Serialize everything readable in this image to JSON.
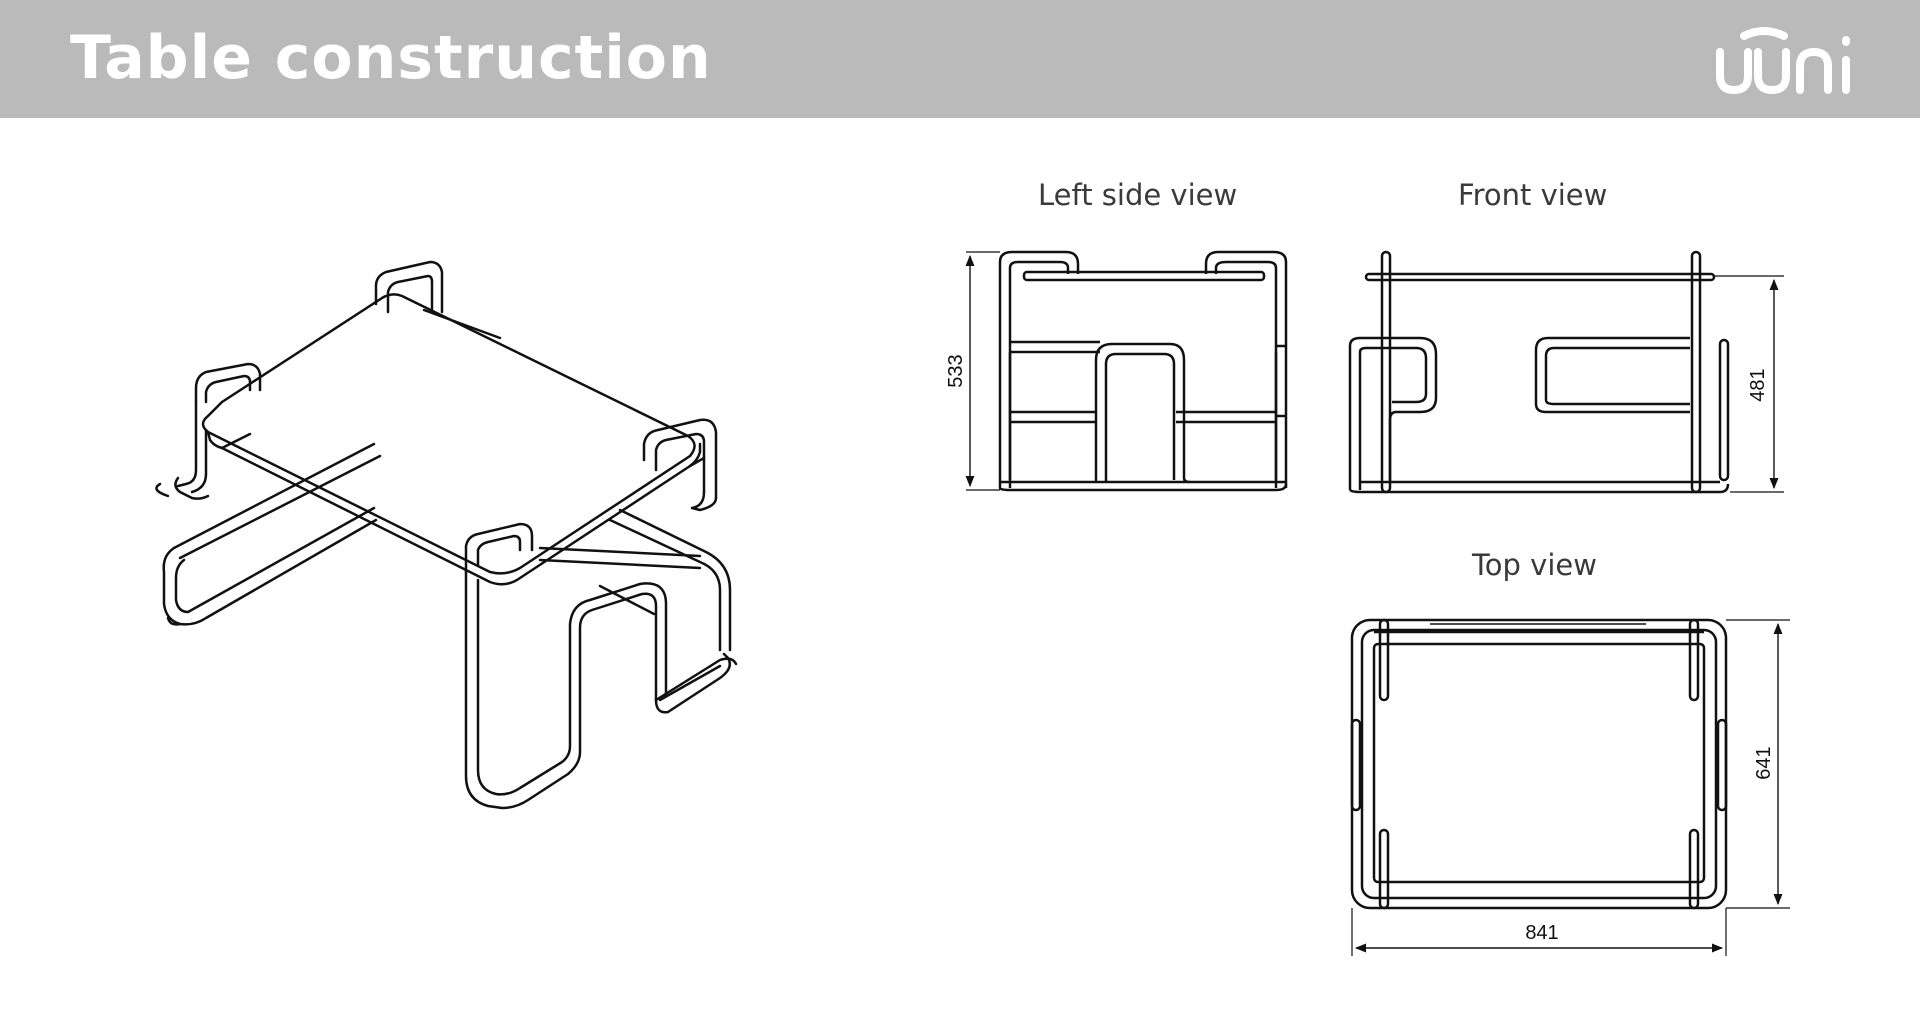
{
  "header": {
    "title": "Table construction",
    "logo_text": "uuni",
    "background": "#bababa",
    "text_color": "#ffffff"
  },
  "views": {
    "left_side": {
      "label": "Left side view",
      "height_dim": "533"
    },
    "front": {
      "label": "Front view",
      "height_dim": "481"
    },
    "top": {
      "label": "Top view",
      "depth_dim": "641",
      "width_dim": "841"
    }
  },
  "icons": [
    "uuni-logo-icon",
    "table-isometric-drawing",
    "left-side-view-drawing",
    "front-view-drawing",
    "top-view-drawing"
  ],
  "colors": {
    "line": "#111111",
    "label": "#3a3a3a",
    "page": "#ffffff"
  }
}
